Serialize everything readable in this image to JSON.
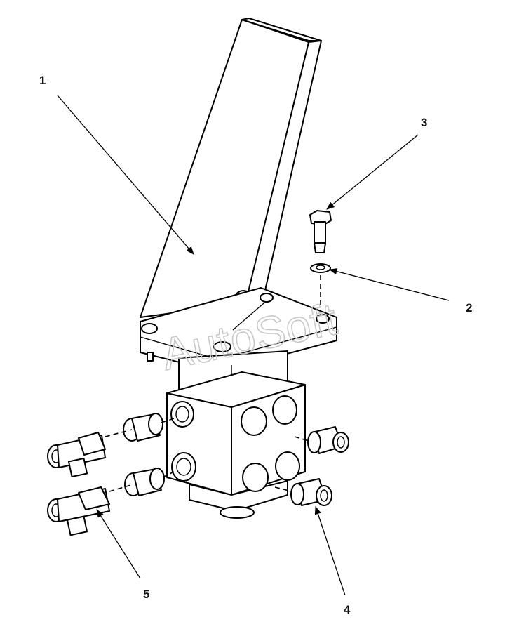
{
  "watermark": "AutoSoft",
  "callouts": [
    {
      "id": "1",
      "label": "1"
    },
    {
      "id": "2",
      "label": "2"
    },
    {
      "id": "3",
      "label": "3"
    },
    {
      "id": "4",
      "label": "4"
    },
    {
      "id": "5",
      "label": "5"
    }
  ],
  "colors": {
    "line": "#000000",
    "background": "#ffffff",
    "watermark": "#c8c8c8"
  }
}
